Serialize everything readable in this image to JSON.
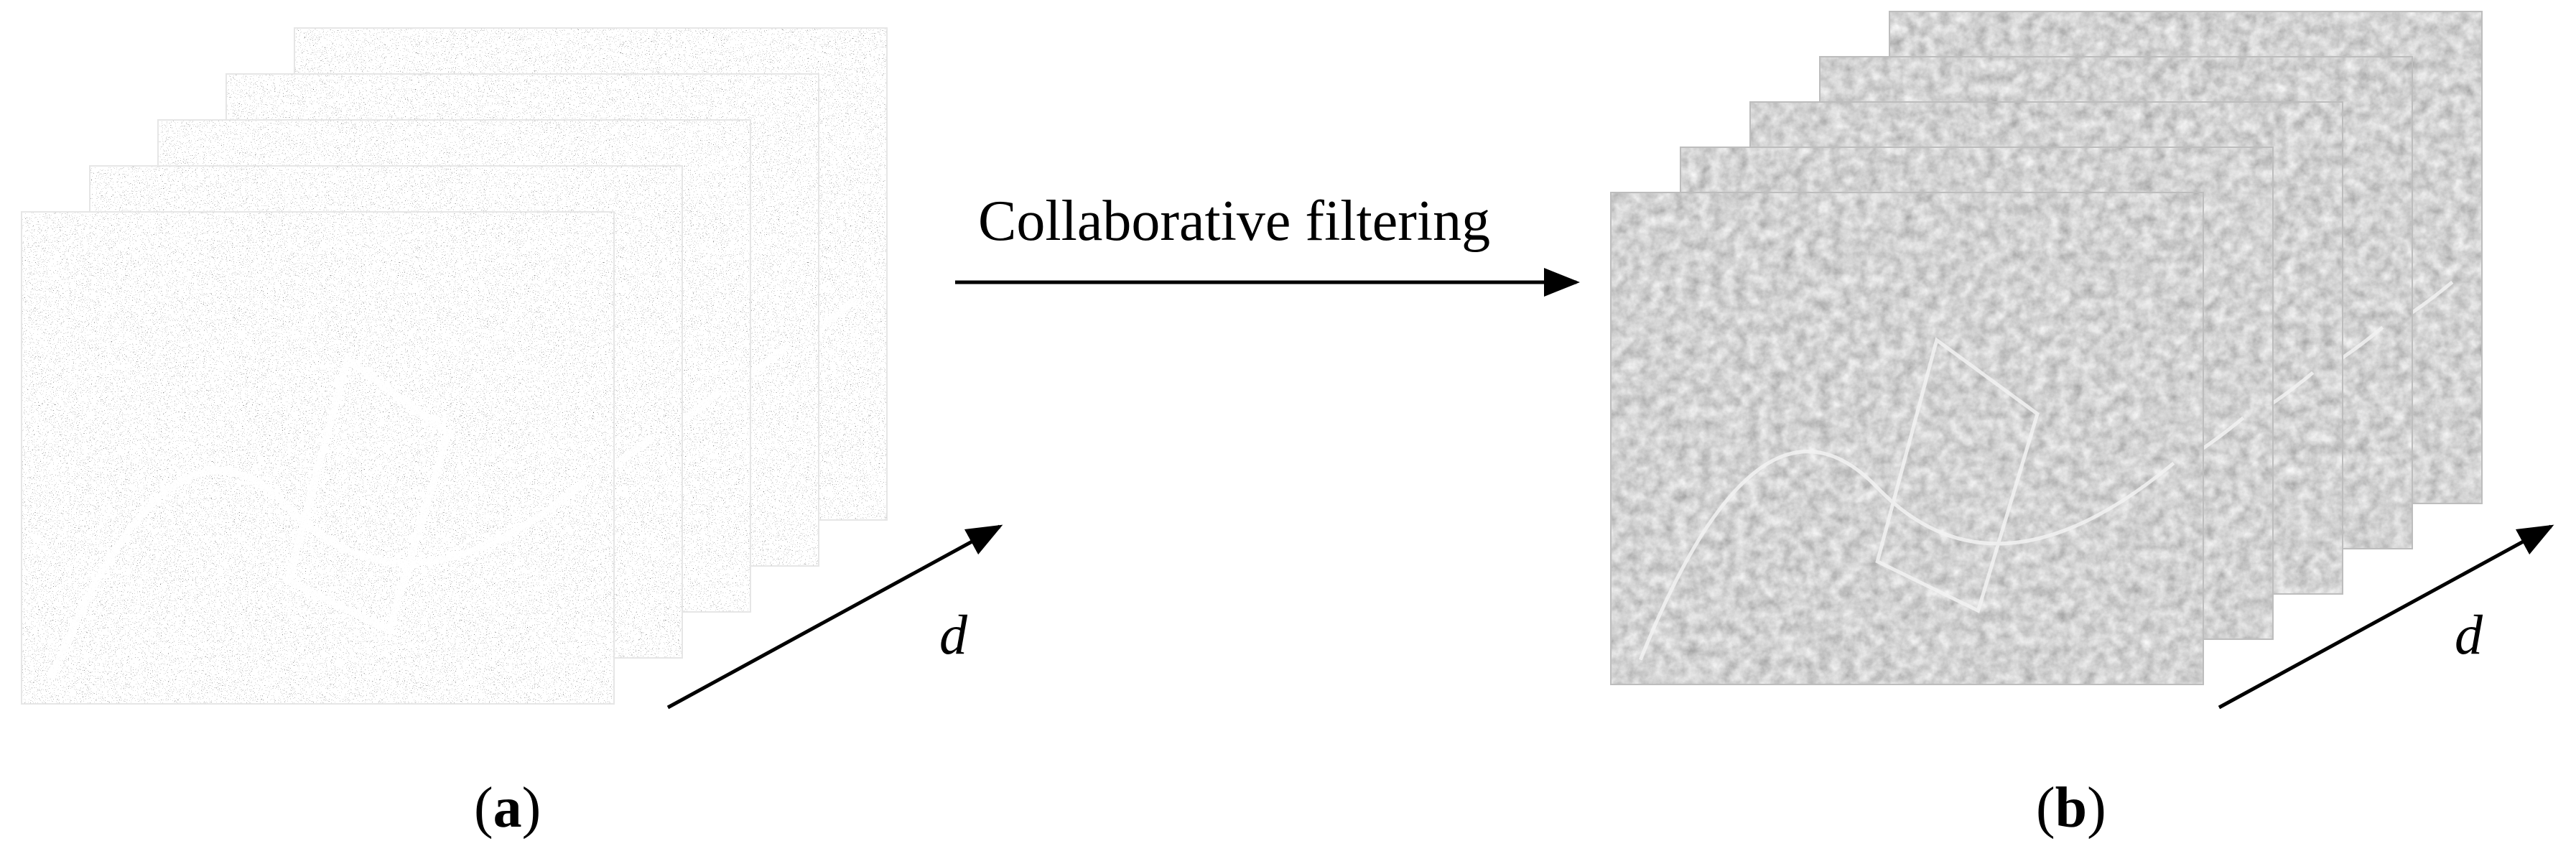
{
  "process_label": "Collaborative filtering",
  "depth_label": "d",
  "panels": [
    {
      "id": "a",
      "open": "(",
      "letter": "a",
      "close": ")",
      "description": "noisy texture feature maps stack"
    },
    {
      "id": "b",
      "open": "(",
      "letter": "b",
      "close": ")",
      "description": "filtered texture feature maps stack"
    }
  ],
  "colors": {
    "line": "#000000",
    "noisy_frame": "#ffffff",
    "filtered_frame": "#bdbdbd"
  }
}
